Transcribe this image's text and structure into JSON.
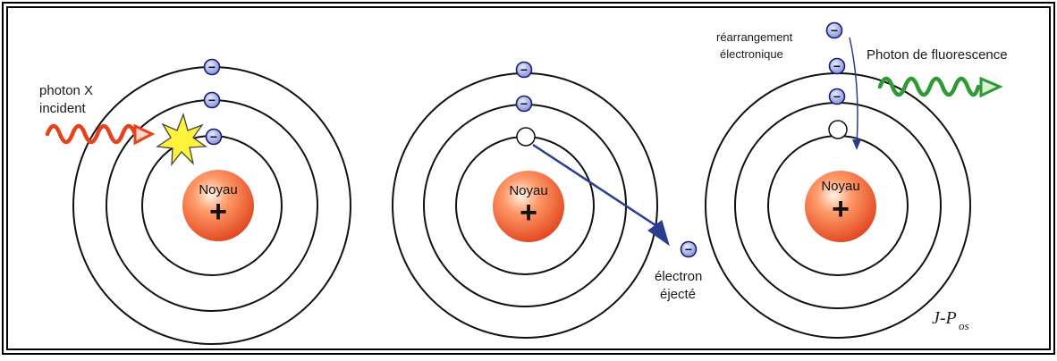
{
  "labels": {
    "nucleus": "Noyau",
    "plus": "+",
    "minus": "−",
    "incident_line1": "photon X",
    "incident_line2": "incident",
    "ejected_line1": "électron",
    "ejected_line2": "éjecté",
    "rearr_line1": "réarrangement",
    "rearr_line2": "électronique",
    "fluorescence": "Photon de fluorescence",
    "signature": "J-P",
    "signature_sub": "os"
  },
  "colors": {
    "frame": "#000000",
    "orbit": "#111111",
    "nucleus_center": "#ffd9b8",
    "nucleus_edge": "#e0431b",
    "electron_fill": "#aab4f0",
    "electron_stroke": "#1a1f66",
    "incident_photon": "#e8421c",
    "flash": "#fff23a",
    "ejection_arrow": "#2a3d8f",
    "fluorescence_photon": "#2f9a35"
  }
}
